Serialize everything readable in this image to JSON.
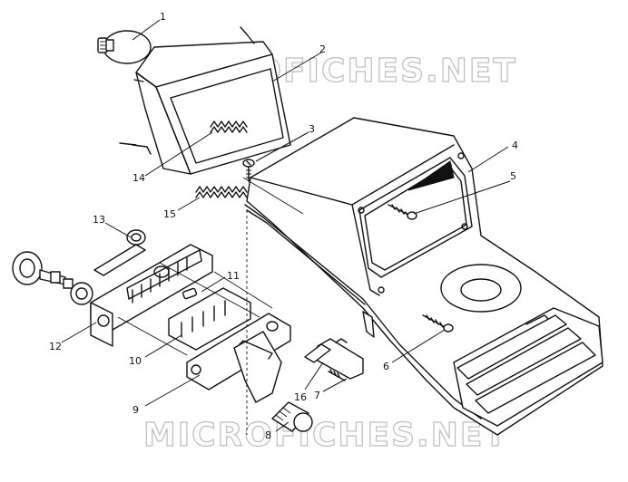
{
  "watermarks": [
    {
      "text": "MICROFICHES.NET"
    },
    {
      "text": "MICROFICHES.NET"
    }
  ],
  "callouts": [
    {
      "label": "1"
    },
    {
      "label": "2"
    },
    {
      "label": "3"
    },
    {
      "label": "4"
    },
    {
      "label": "5"
    },
    {
      "label": "6"
    },
    {
      "label": "7"
    },
    {
      "label": "8"
    },
    {
      "label": "9"
    },
    {
      "label": "10"
    },
    {
      "label": "11"
    },
    {
      "label": "12"
    },
    {
      "label": "13"
    },
    {
      "label": "14"
    },
    {
      "label": "15"
    },
    {
      "label": "16"
    }
  ]
}
